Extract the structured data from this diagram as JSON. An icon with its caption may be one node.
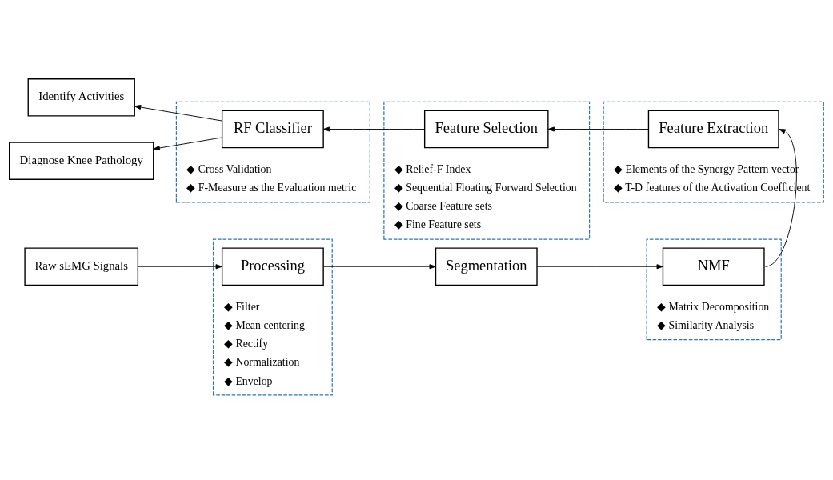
{
  "diagram": {
    "nodes": [
      {
        "text": [
          "Raw sEMG Signals"
        ]
      },
      {
        "text": [
          "◆ Filter",
          "◆ Mean centering",
          "◆ Rectify",
          "◆ Normalization",
          "◆ Envelop"
        ]
      },
      {
        "text": [
          "Processing"
        ],
        "in": 1
      },
      {
        "text": [
          "Segmentation"
        ]
      },
      {
        "text": [
          "◆ Matrix Decomposition",
          "◆ Similarity Analysis"
        ]
      },
      {
        "text": [
          "NMF"
        ],
        "in": 4
      },
      {
        "text": [
          "◆ Elements of the Synergy Pattern vector",
          "◆ T-D features of the Activation Coefficient"
        ]
      },
      {
        "text": [
          "Feature Extraction"
        ],
        "in": 6
      },
      {
        "text": [
          "◆ Relief-F Index",
          "◆ Sequential Floating Forward Selection",
          "◆ Coarse Feature sets",
          "◆ Fine Feature sets"
        ]
      },
      {
        "text": [
          "Feature Selection"
        ],
        "in": 8
      },
      {
        "text": [
          "◆ Cross Validation",
          "◆ F-Measure as the Evaluation metric"
        ]
      },
      {
        "text": [
          "RF Classifier"
        ],
        "in": 10
      },
      {
        "text": [
          "Identify Activities"
        ]
      },
      {
        "text": [
          "Diagnose Knee Pathology"
        ]
      }
    ],
    "edges": [
      {
        "from": 0,
        "to": 2,
        "arrow": "to"
      },
      {
        "from": 2,
        "to": 3,
        "arrow": "to"
      },
      {
        "from": 3,
        "to": 5,
        "arrow": "to"
      },
      {
        "from": 5,
        "to": 7,
        "arrow": "to"
      },
      {
        "from": 7,
        "to": 9,
        "arrow": "to"
      },
      {
        "from": 9,
        "to": 11,
        "arrow": "to"
      },
      {
        "from": 11,
        "to": 12,
        "arrow": "to"
      },
      {
        "from": 11,
        "to": 13,
        "arrow": "to"
      }
    ]
  }
}
